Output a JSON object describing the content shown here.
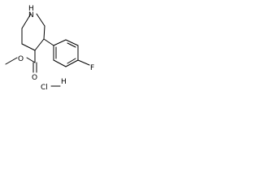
{
  "structure": {
    "atoms": {
      "nitrogen": "N",
      "nitrogen_h": "H",
      "fluorine": "F",
      "ester_oxygen": "O",
      "carbonyl_oxygen": "O"
    },
    "salt": {
      "chlorine": "Cl",
      "hydrogen": "H"
    }
  }
}
